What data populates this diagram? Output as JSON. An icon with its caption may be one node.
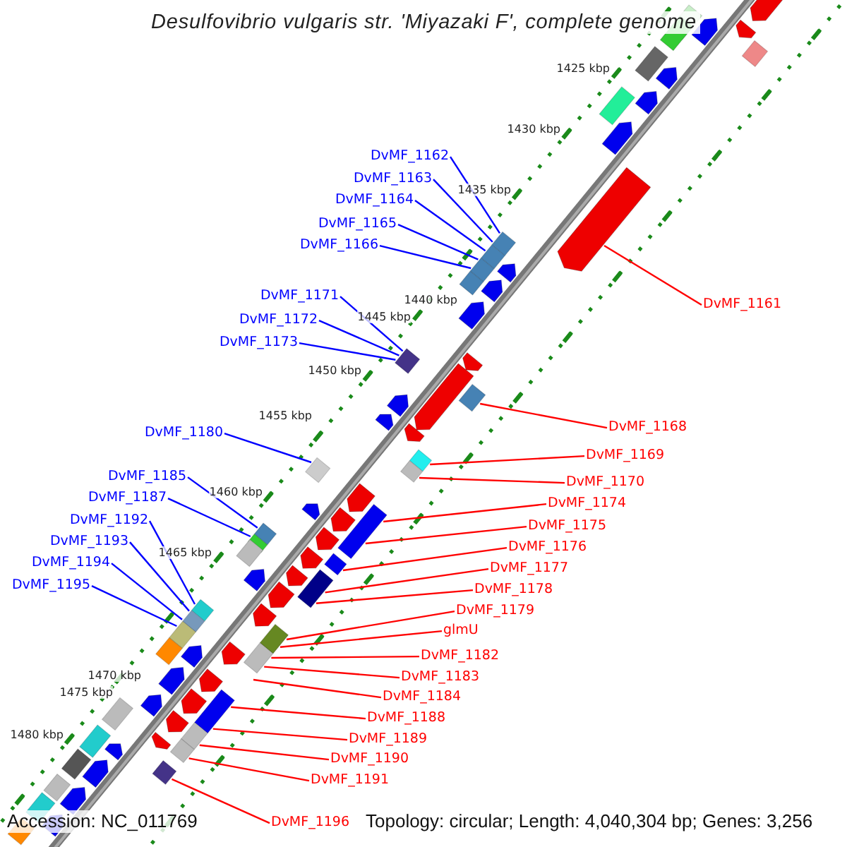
{
  "diagram": {
    "title": "Desulfovibrio vulgaris str. 'Miyazaki F', complete genome",
    "nodes": [
      {
        "text": [
          "DvMF_1162"
        ]
      },
      {
        "text": [
          "DvMF_1163"
        ]
      },
      {
        "text": [
          "DvMF_1164"
        ]
      },
      {
        "text": [
          "DvMF_1165"
        ]
      },
      {
        "text": [
          "DvMF_1166"
        ]
      },
      {
        "text": [
          "DvMF_1171"
        ]
      },
      {
        "text": [
          "DvMF_1161"
        ]
      },
      {
        "text": [
          "DvMF_1172"
        ]
      },
      {
        "text": [
          "DvMF_1173"
        ]
      },
      {
        "text": [
          "DvMF_1168"
        ]
      },
      {
        "text": [
          "DvMF_1180"
        ]
      },
      {
        "text": [
          "DvMF_1169"
        ]
      },
      {
        "text": [
          "DvMF_1185"
        ]
      },
      {
        "text": [
          "DvMF_1170"
        ]
      },
      {
        "text": [
          "DvMF_1187"
        ]
      },
      {
        "text": [
          "DvMF_1174"
        ]
      },
      {
        "text": [
          "DvMF_1192"
        ]
      },
      {
        "text": [
          "DvMF_1175"
        ]
      },
      {
        "text": [
          "DvMF_1193"
        ]
      },
      {
        "text": [
          "DvMF_1176"
        ]
      },
      {
        "text": [
          "DvMF_1194"
        ]
      },
      {
        "text": [
          "DvMF_1177"
        ]
      },
      {
        "text": [
          "DvMF_1195"
        ]
      },
      {
        "text": [
          "DvMF_1178"
        ]
      },
      {
        "text": [
          "DvMF_1179"
        ]
      },
      {
        "text": [
          "glmU"
        ]
      },
      {
        "text": [
          "DvMF_1182"
        ]
      },
      {
        "text": [
          "DvMF_1183"
        ]
      },
      {
        "text": [
          "DvMF_1184"
        ]
      },
      {
        "text": [
          "DvMF_1188"
        ]
      },
      {
        "text": [
          "DvMF_1189"
        ]
      },
      {
        "text": [
          "DvMF_1190"
        ]
      },
      {
        "text": [
          "DvMF_1191"
        ]
      },
      {
        "text": [
          "DvMF_1196"
        ]
      }
    ],
    "edges": [
      {
        "from": 0,
        "to": null,
        "arrow": "none",
        "color": "#0000ff"
      },
      {
        "from": 1,
        "to": null,
        "arrow": "none",
        "color": "#0000ff"
      },
      {
        "from": 2,
        "to": null,
        "arrow": "none",
        "color": "#0000ff"
      },
      {
        "from": 3,
        "to": null,
        "arrow": "none",
        "color": "#0000ff"
      },
      {
        "from": 4,
        "to": null,
        "arrow": "none",
        "color": "#0000ff"
      },
      {
        "from": 5,
        "to": null,
        "arrow": "none",
        "color": "#0000ff"
      },
      {
        "from": 6,
        "to": null,
        "arrow": "none"
      },
      {
        "from": 7,
        "to": null,
        "arrow": "none",
        "color": "#0000ff"
      },
      {
        "from": 8,
        "to": null,
        "arrow": "none",
        "color": "#0000ff"
      },
      {
        "from": 9,
        "to": null,
        "arrow": "none"
      },
      {
        "from": 10,
        "to": null,
        "arrow": "none",
        "color": "#0000ff"
      },
      {
        "from": 11,
        "to": null,
        "arrow": "none"
      },
      {
        "from": 12,
        "to": null,
        "arrow": "none",
        "color": "#0000ff"
      },
      {
        "from": 13,
        "to": null,
        "arrow": "none"
      },
      {
        "from": 14,
        "to": null,
        "arrow": "none",
        "color": "#0000ff"
      },
      {
        "from": 15,
        "to": null,
        "arrow": "none"
      },
      {
        "from": 16,
        "to": null,
        "arrow": "none",
        "color": "#0000ff"
      },
      {
        "from": 17,
        "to": null,
        "arrow": "none"
      },
      {
        "from": 18,
        "to": null,
        "arrow": "none",
        "color": "#0000ff"
      },
      {
        "from": 19,
        "to": null,
        "arrow": "none"
      },
      {
        "from": 20,
        "to": null,
        "arrow": "none",
        "color": "#0000ff"
      },
      {
        "from": 21,
        "to": null,
        "arrow": "none"
      },
      {
        "from": 22,
        "to": null,
        "arrow": "none",
        "color": "#0000ff"
      },
      {
        "from": 23,
        "to": null,
        "arrow": "none"
      },
      {
        "from": 24,
        "to": null,
        "arrow": "none"
      },
      {
        "from": 25,
        "to": null,
        "arrow": "none"
      },
      {
        "from": 26,
        "to": null,
        "arrow": "none"
      },
      {
        "from": 27,
        "to": null,
        "arrow": "none"
      },
      {
        "from": 28,
        "to": null,
        "arrow": "none"
      },
      {
        "from": 29,
        "to": null,
        "arrow": "none"
      },
      {
        "from": 30,
        "to": null,
        "arrow": "none"
      },
      {
        "from": 31,
        "to": null,
        "arrow": "none"
      },
      {
        "from": 32,
        "to": null,
        "arrow": "none"
      },
      {
        "from": 33,
        "to": null,
        "arrow": "none"
      }
    ],
    "labels": [
      "1425 kbp",
      "1430 kbp",
      "1435 kbp",
      "1440 kbp",
      "1445 kbp",
      "1450 kbp",
      "1455 kbp",
      "1460 kbp",
      "1465 kbp",
      "1470 kbp",
      "1475 kbp",
      "1480 kbp",
      "Accession: NC_011769",
      "Topology: circular; Length: 4,040,304 bp; Genes: 3,256"
    ]
  }
}
